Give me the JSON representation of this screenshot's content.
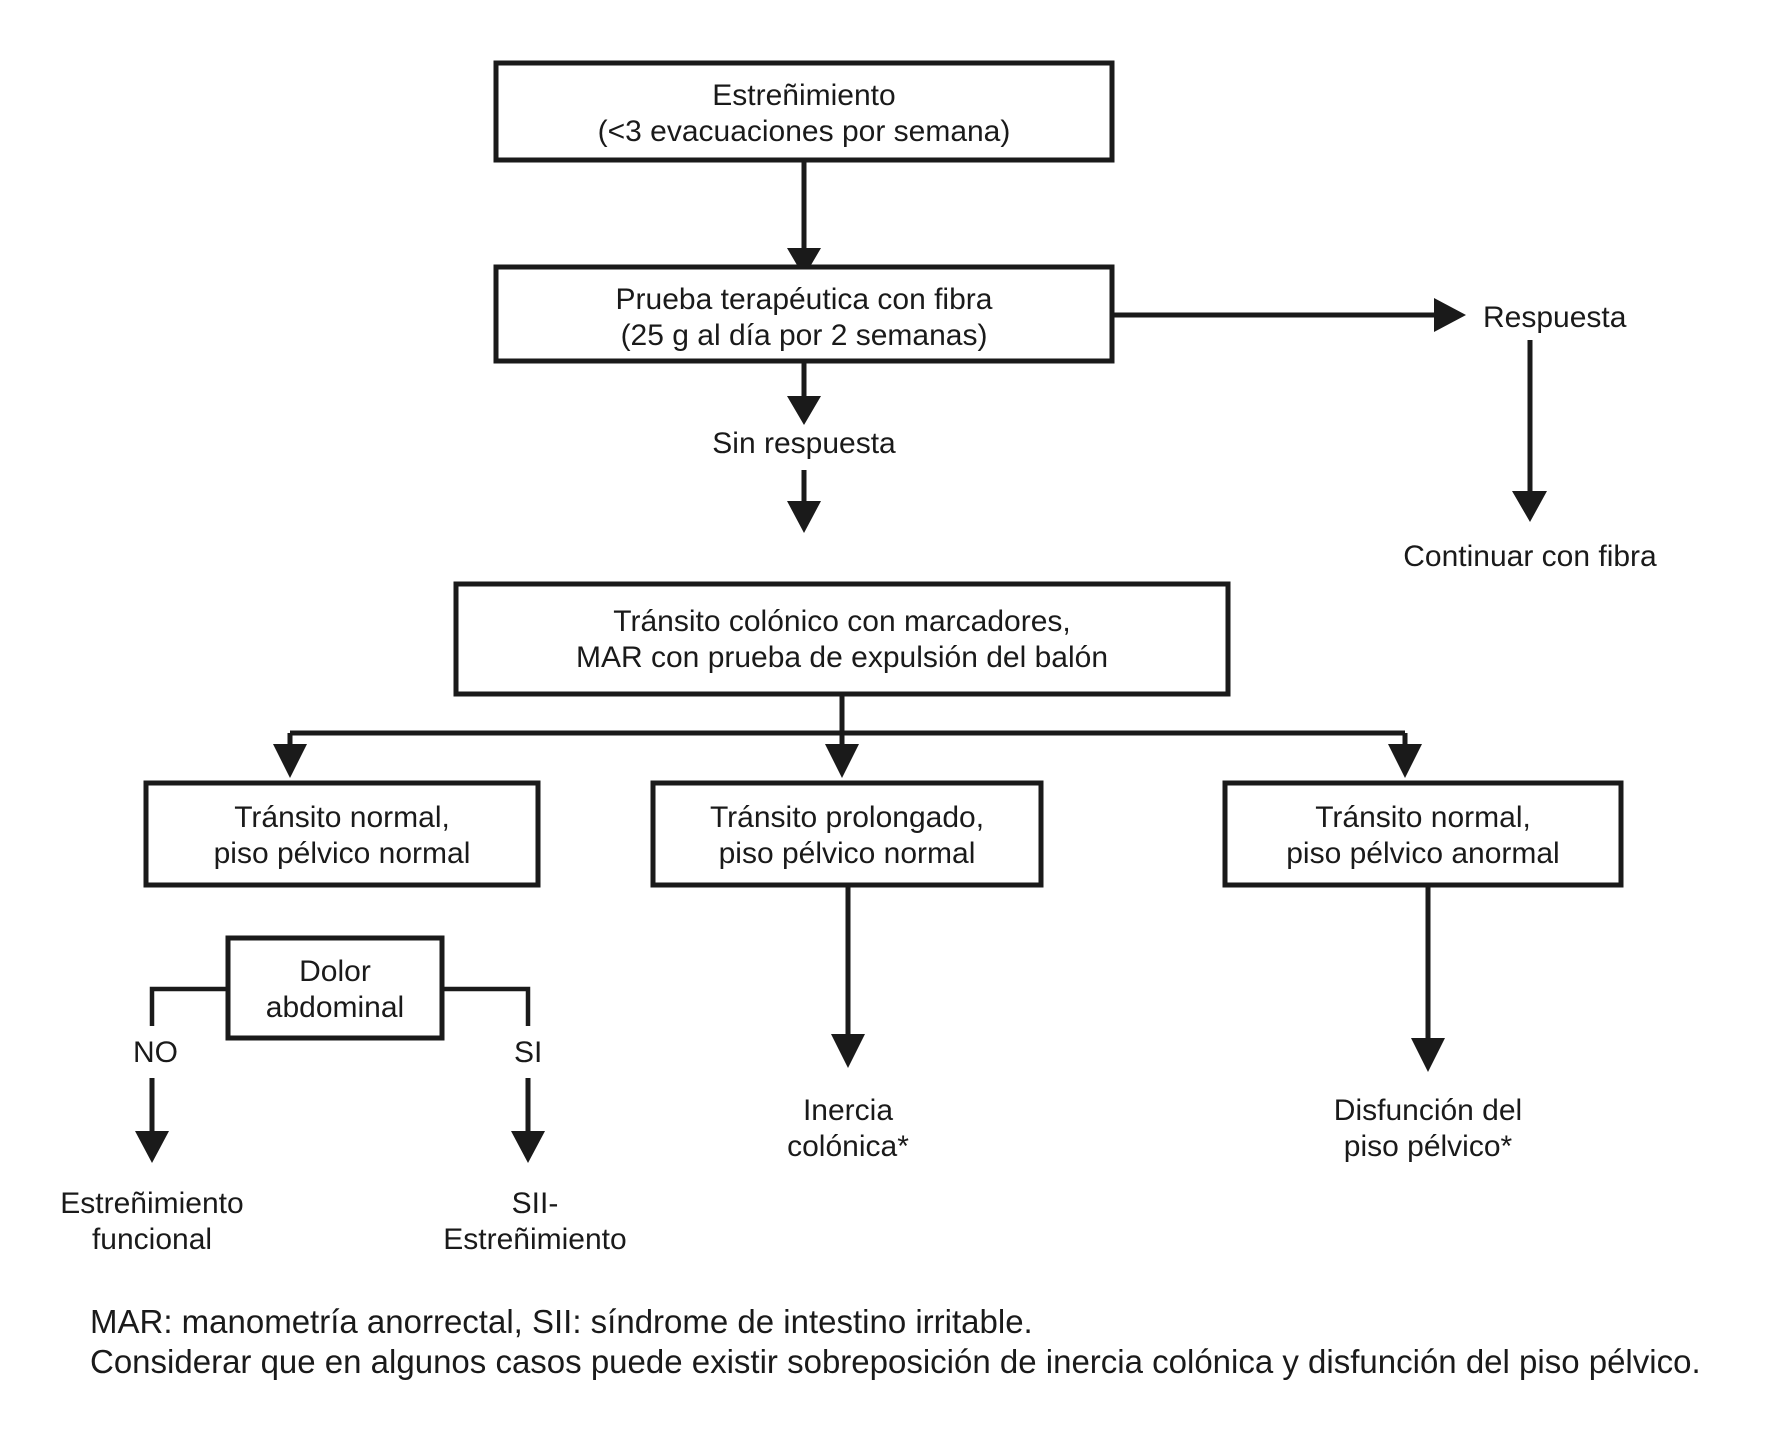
{
  "diagram": {
    "title_alt": "Algoritmo diagnostico de estrenimiento cronico",
    "colors": {
      "stroke": "#1a1a1a",
      "box_fill": "#ffffff",
      "background": "#ffffff"
    },
    "nodes": {
      "start": {
        "line1": "Estreñimiento",
        "line2": "(<3 evacuaciones por semana)"
      },
      "fiber_trial": {
        "line1": "Prueba terapéutica con fibra",
        "line2": "(25 g al día por 2 semanas)"
      },
      "transit_study": {
        "line1": "Tránsito colónico con marcadores,",
        "line2": "MAR con prueba de expulsión del balón"
      },
      "branch_left": {
        "line1": "Tránsito normal,",
        "line2": "piso pélvico normal"
      },
      "branch_middle": {
        "line1": "Tránsito prolongado,",
        "line2": "piso pélvico normal"
      },
      "branch_right": {
        "line1": "Tránsito normal,",
        "line2": "piso pélvico anormal"
      },
      "abdominal_pain": {
        "line1": "Dolor",
        "line2": "abdominal"
      }
    },
    "edge_labels": {
      "response": "Respuesta",
      "no_response": "Sin respuesta",
      "pain_no": "NO",
      "pain_yes": "SI"
    },
    "outcomes": {
      "continue_fiber": "Continuar con fibra",
      "functional_constipation": {
        "line1": "Estreñimiento",
        "line2": "funcional"
      },
      "ibs_constipation": {
        "line1": "SII-",
        "line2": "Estreñimiento"
      },
      "colonic_inertia": {
        "line1": "Inercia",
        "line2": "colónica*"
      },
      "pelvic_floor_dysfunction": {
        "line1": "Disfunción del",
        "line2": "piso pélvico*"
      }
    },
    "footnotes": {
      "line1": "MAR: manometría anorrectal, SII: síndrome de intestino irritable.",
      "line2": "Considerar que en algunos casos puede existir sobreposición de inercia colónica y disfunción del piso pélvico."
    }
  }
}
